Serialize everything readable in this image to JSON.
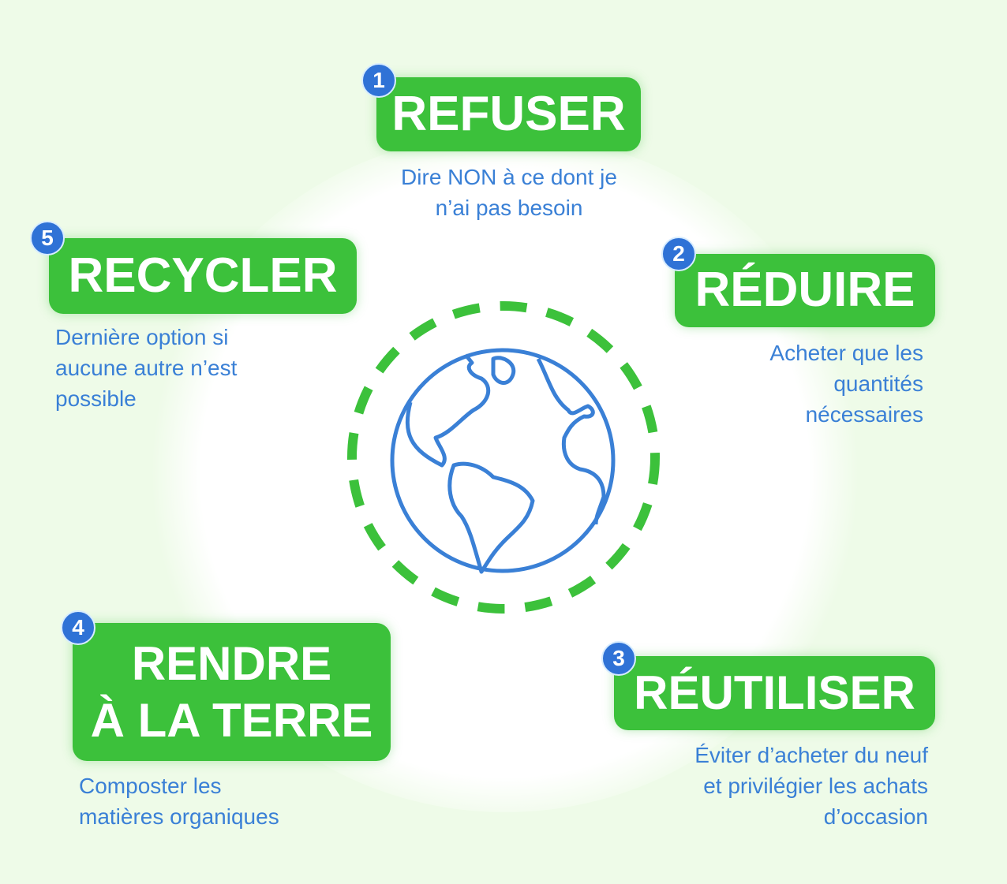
{
  "colors": {
    "green": "#3cc13b",
    "blue": "#3a80d6",
    "badge": "#2f72d6",
    "background": "#eefbe8"
  },
  "steps": [
    {
      "number": "1",
      "title": "REFUSER",
      "description_lines": [
        "Dire NON à ce dont je",
        "n’ai pas besoin"
      ]
    },
    {
      "number": "2",
      "title": "RÉDUIRE",
      "description_lines": [
        "Acheter que les",
        "quantités",
        "nécessaires"
      ]
    },
    {
      "number": "3",
      "title": "RÉUTILISER",
      "description_lines": [
        "Éviter d’acheter du neuf",
        "et privilégier les achats",
        "d’occasion"
      ]
    },
    {
      "number": "4",
      "title_lines": [
        "RENDRE",
        "À LA TERRE"
      ],
      "description_lines": [
        "Composter les",
        "matières organiques"
      ]
    },
    {
      "number": "5",
      "title": "RECYCLER",
      "description_lines": [
        "Dernière option si",
        "aucune autre n’est",
        "possible"
      ]
    }
  ],
  "center_icon": "globe-icon"
}
